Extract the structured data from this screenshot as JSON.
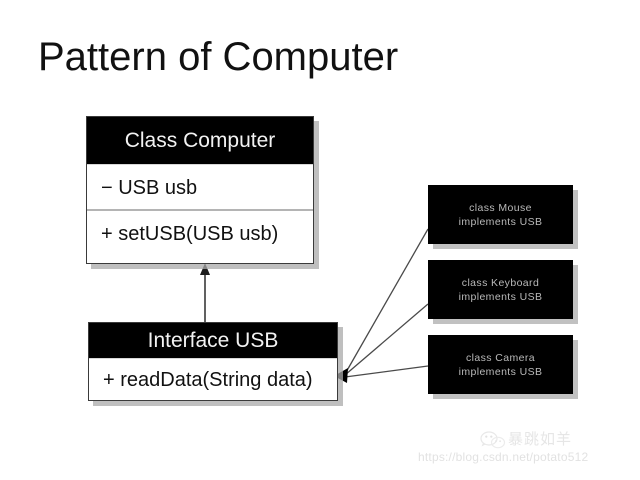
{
  "slide": {
    "title": "Pattern of Computer",
    "background_color": "#ffffff",
    "text_color": "#111111"
  },
  "diagram": {
    "type": "uml-class-diagram",
    "classes": [
      {
        "id": "computer",
        "header": "Class Computer",
        "header_bg": "#000000",
        "header_fg": "#f2f2f2",
        "rows": [
          {
            "visibility": "-",
            "text": "− USB usb"
          },
          {
            "visibility": "+",
            "text": "+ setUSB(USB usb)"
          }
        ]
      },
      {
        "id": "usb",
        "header": "Interface USB",
        "header_bg": "#000000",
        "header_fg": "#f2f2f2",
        "rows": [
          {
            "visibility": "+",
            "text": "+ readData(String data)"
          }
        ]
      }
    ],
    "implementations": [
      {
        "id": "mouse",
        "line1": "class Mouse",
        "line2": "implements  USB"
      },
      {
        "id": "keyboard",
        "line1": "class Keyboard",
        "line2": "implements  USB"
      },
      {
        "id": "camera",
        "line1": "class Camera",
        "line2": "implements  USB"
      }
    ],
    "connectors": [
      {
        "id": "usb-to-computer",
        "from": "usb",
        "to": "computer",
        "style": "solid",
        "arrow": "filled-triangle-up"
      },
      {
        "id": "mouse-to-usb",
        "from": "mouse",
        "to": "usb",
        "style": "solid",
        "arrow": "filled-triangle-left"
      },
      {
        "id": "keyboard-to-usb",
        "from": "keyboard",
        "to": "usb",
        "style": "solid",
        "arrow": "filled-triangle-left"
      },
      {
        "id": "camera-to-usb",
        "from": "camera",
        "to": "usb",
        "style": "solid",
        "arrow": "filled-triangle-left"
      }
    ],
    "line_color": "#4a4a4a",
    "shadow_color": "#b2b2b2"
  },
  "watermark": {
    "url": "https://blog.csdn.net/potato512",
    "brand": "暴跳如羊",
    "icon": "wechat-icon",
    "color": "#e4e4e4"
  }
}
